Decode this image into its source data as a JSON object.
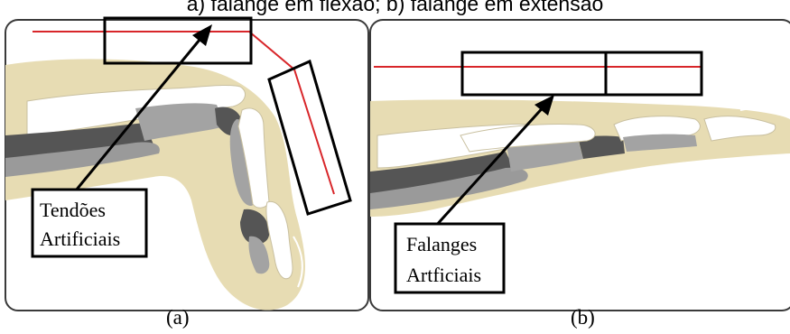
{
  "figure": {
    "caption": "a) falange em flexão; b) falange em extensão",
    "panel_a": {
      "label": "(a)",
      "callout_line1": "Tendões",
      "callout_line2": "Artificiais"
    },
    "panel_b": {
      "label": "(b)",
      "callout_line1": "Falanges",
      "callout_line2": "Artficiais"
    }
  },
  "colors": {
    "tendon": "#d8262a",
    "skin": "#e7dcb3",
    "bone": "#ffffff",
    "cartilage": "#a3a3a3",
    "marrow": "#555555",
    "frame": "#3a3a3a"
  }
}
